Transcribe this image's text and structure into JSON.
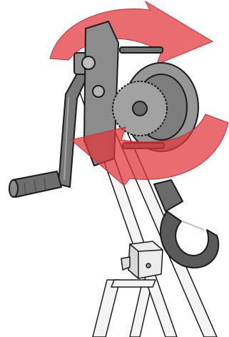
{
  "illustration": {
    "subject": "hand-crank-winch-on-stand",
    "components": [
      "a-frame-stand",
      "crank-handle",
      "winch-drum",
      "spur-gear",
      "ratchet-pawl",
      "cable-hook",
      "frame-clamp"
    ],
    "rotation_indicators": [
      "upper-rotation-arrow",
      "lower-rotation-arrow"
    ]
  },
  "colors": {
    "background": "#ffffff",
    "metal_fill": "#8a8a8a",
    "metal_dark": "#555555",
    "metal_light": "#b7b7b7",
    "outline": "#1a1a1a",
    "frame": "#f4f4f4",
    "arrow_fill": "#e0333a",
    "arrow_opacity": 0.72
  }
}
